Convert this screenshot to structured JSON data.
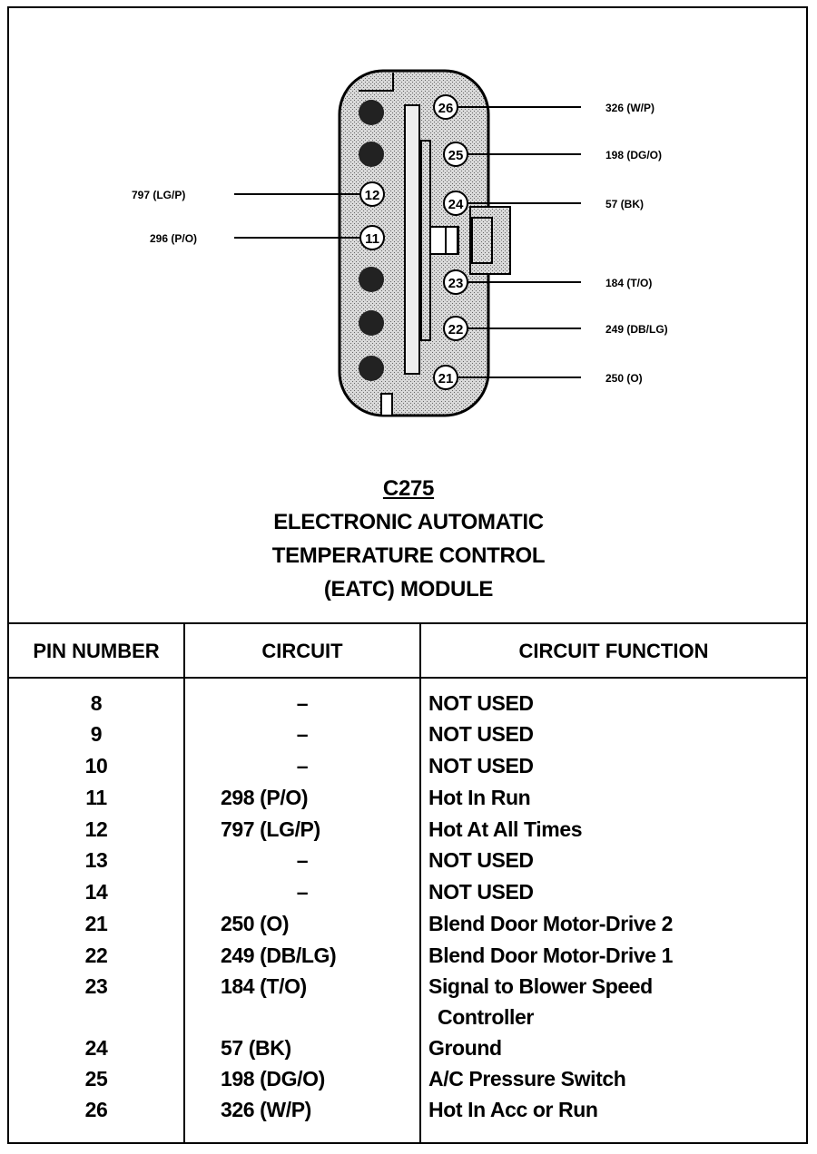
{
  "connector": {
    "name": "C275",
    "title_lines": [
      "ELECTRONIC AUTOMATIC",
      "TEMPERATURE CONTROL",
      "(EATC) MODULE"
    ]
  },
  "diagram_labels": {
    "left": [
      {
        "pin": "12",
        "circuit": "797 (LG/P)"
      },
      {
        "pin": "11",
        "circuit": "296 (P/O)"
      }
    ],
    "right": [
      {
        "pin": "26",
        "circuit": "326 (W/P)"
      },
      {
        "pin": "25",
        "circuit": "198 (DG/O)"
      },
      {
        "pin": "24",
        "circuit": "57 (BK)"
      },
      {
        "pin": "23",
        "circuit": "184 (T/O)"
      },
      {
        "pin": "22",
        "circuit": "249 (DB/LG)"
      },
      {
        "pin": "21",
        "circuit": "250 (O)"
      }
    ]
  },
  "table": {
    "headers": [
      "PIN NUMBER",
      "CIRCUIT",
      "CIRCUIT FUNCTION"
    ],
    "rows": [
      {
        "pin": "8",
        "circuit": "–",
        "function": [
          "NOT USED"
        ]
      },
      {
        "pin": "9",
        "circuit": "–",
        "function": [
          "NOT USED"
        ]
      },
      {
        "pin": "10",
        "circuit": "–",
        "function": [
          "NOT USED"
        ]
      },
      {
        "pin": "11",
        "circuit": "298 (P/O)",
        "function": [
          "Hot In Run"
        ]
      },
      {
        "pin": "12",
        "circuit": "797 (LG/P)",
        "function": [
          "Hot At All Times"
        ]
      },
      {
        "pin": "13",
        "circuit": "–",
        "function": [
          "NOT USED"
        ]
      },
      {
        "pin": "14",
        "circuit": "–",
        "function": [
          "NOT USED"
        ]
      },
      {
        "pin": "21",
        "circuit": "250 (O)",
        "function": [
          "Blend Door Motor-Drive 2"
        ]
      },
      {
        "pin": "22",
        "circuit": "249 (DB/LG)",
        "function": [
          "Blend Door Motor-Drive 1"
        ]
      },
      {
        "pin": "23",
        "circuit": "184 (T/O)",
        "function": [
          "Signal to Blower Speed",
          "Controller"
        ]
      },
      {
        "pin": "24",
        "circuit": "57 (BK)",
        "function": [
          "Ground"
        ]
      },
      {
        "pin": "25",
        "circuit": "198 (DG/O)",
        "function": [
          "A/C Pressure Switch"
        ]
      },
      {
        "pin": "26",
        "circuit": "326 (W/P)",
        "function": [
          "Hot In Acc or Run"
        ]
      }
    ]
  }
}
